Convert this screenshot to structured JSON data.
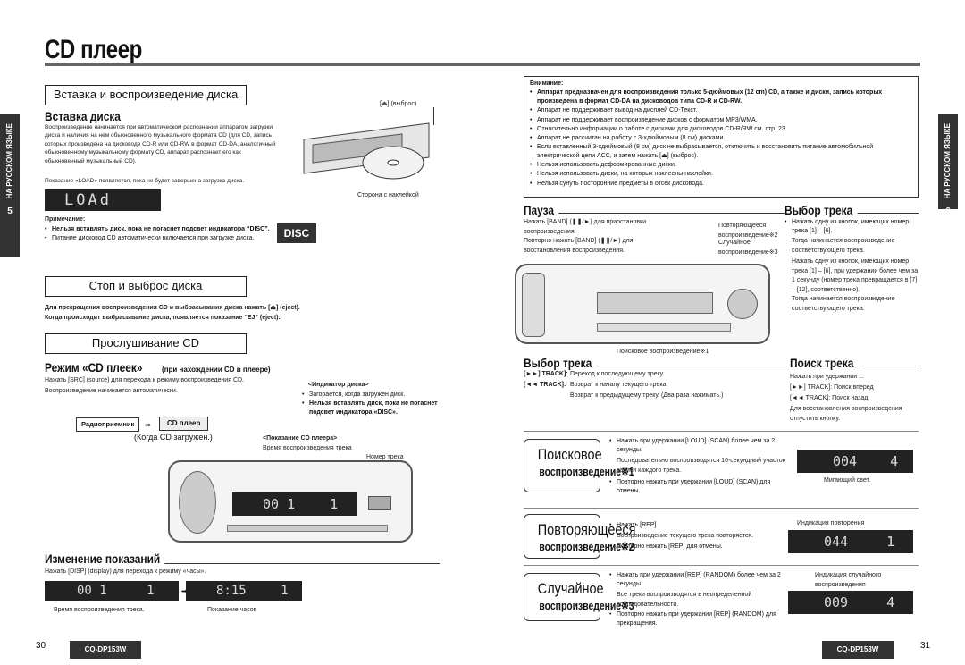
{
  "title": "CD плеер",
  "side_left": {
    "label": "НА РУССКОМ ЯЗЫКЕ",
    "page": "5"
  },
  "side_right": {
    "label": "НА РУССКОМ ЯЗЫКЕ",
    "page": "6"
  },
  "insert": {
    "box": "Вставка и воспроизведение диска",
    "heading": "Вставка диска",
    "text": "Воспроизведение начинается при автоматическом распознании аппаратом загрузки диска и наличия на нем обыкновенного музыкального формата CD (для CD, запись которых произведена на дисководе CD-R или CD-RW в формат CD-DA, аналогичный обыкновенному музыкальному формату CD, аппарат распознает его как обыкновенный музыкальный CD).",
    "text2": "Показание «LOAD» появляется, пока не будет завершена загрузка диска.",
    "eject_label": "[⏏] (выброс)",
    "label_side": "Сторона с наклейкой",
    "lcd": "LOAd",
    "note_title": "Примечание:",
    "note1": "Нельзя вставлять диск, пока не погаснет подсвет индикатора “DISC”.",
    "note2": "Питание дисковод CD автоматически включается при загрузке диска.",
    "disc": "DISC"
  },
  "stop": {
    "box": "Стоп и выброс диска",
    "line1": "Для прекращения воспроизведения CD и выбрасывания диска нажать [⏏] (eject).",
    "line2": "Когда происходит выбрасывание диска, появляется показание “EJ” (eject)."
  },
  "listen": {
    "box": "Прослушивание CD",
    "heading": "Режим «CD плеек»",
    "heading_small": "(при нахождении CD в плеере)",
    "p1": "Нажать [SRC] (source) для перехода к режиму воспроизведения CD.",
    "p2": "Воспроизведение начинается автоматически.",
    "radio": "Радиоприемник",
    "cd": "CD плеер",
    "loaded": "(Когда CD загружен.)",
    "ind_title": "<Индикатор диска>",
    "ind1": "Загорается, когда загружен диск.",
    "ind2": "Нельзя вставлять диск, пока не погаснет подсвет индикатора «DISC».",
    "disp_title": "<Показание CD плеера>",
    "disp1": "Время воспроизведения трека",
    "track_no": "Номер трека",
    "lcd_time": "00 1",
    "lcd_track": "1"
  },
  "change": {
    "heading": "Изменение показаний",
    "text": "Нажать [DISP] (display) для перехода к режиму «часы».",
    "lcd1": "00 1",
    "lcd1_track": "1",
    "lcd2": "8:15",
    "lcd2_track": "1",
    "cap1": "Время воспроизведения трека.",
    "cap2": "Показание часов"
  },
  "page_left": "30",
  "model_left": "CQ-DP153W",
  "page_right": "31",
  "model_right": "CQ-DP153W",
  "attention": {
    "title": "Внимание:",
    "items": [
      "Аппарат предназначен для воспроизведения только 5-дюймовых (12 cm) CD, а также и диски, запись которых произведена в формат CD-DA на дисководов типа CD-R и CD-RW.",
      "Аппарат не поддерживает вывод на дисплей CD-Текст.",
      "Аппарат не поддерживает воспроизведение дисков с форматом MP3/WMA.",
      "Относительно информации о работе с дисками для дисководов CD-R/RW см. стр. 23.",
      "Аппарат не рассчитан на работу с 3-хдюймовым (8 см) дисками.",
      "Если вставленный 3-хдюймовый (8 см) диск не выбрасывается, отключить и восстановить питание автомобильной электрической цепи ACC, и затем нажать [⏏] (выброс).",
      "Нельзя использовать деформированные диски.",
      "Нельзя использовать диски, на которых наклеены наклейки.",
      "Нельзя сунуть посторонние предметы в отсек дисковода."
    ]
  },
  "pause": {
    "heading": "Пауза",
    "l1": "Нажать [BAND] (❚❚/►) для приостановки воспроизведения.",
    "l2": "Повторно нажать [BAND] (❚❚/►) для восстановления воспроизведения.",
    "rep": "Повторяющееся воспроизведение※2",
    "rnd": "Случайное воспроизведение※3",
    "scan": "Поисковое воспроизведение※1"
  },
  "select_r": {
    "heading": "Выбор трека",
    "text": "Нажать одну из кнопок, имеющих номер трека [1] – [6].",
    "t2": "Тогда начинается воспроизведение соответствующего трека.",
    "t3": "Нажать одну из кнопок, имеющих номер трека [1] – [6], при удержании более чем за 1 секунду (номер трека превращается в [7] – [12], соответственно).",
    "t4": "Тогда начинается воспроизведение соответствующего трека."
  },
  "select": {
    "heading": "Выбор трека",
    "r1k": "[►►] TRACK]:",
    "r1v": "Переход к последующему треку.",
    "r2k": "[◄◄ TRACK]:",
    "r2v": "Возврат к началу текущего трека.",
    "r3v": "Возврат к предыдущему треку. (Два раза нажимать.)"
  },
  "search": {
    "heading": "Поиск трека",
    "l1": "Нажать при удержании ...",
    "l2": "[►►] TRACK]: Поиск вперед",
    "l3": "[◄◄ TRACK]: Поиск назад",
    "l4": "Для восстановления воспроизведения отпустить кнопку."
  },
  "scan": {
    "t1": "Поисковое",
    "t2": "воспроизведение※1",
    "b1": "Нажать при удержании [LOUD] (SCAN) более чем за 2 секунды.",
    "b1b": "Последовательно воспроизводятся 10-секундный участок записи каждого трека.",
    "b2": "Повторно нажать при удержании [LOUD] (SCAN) для отмены.",
    "lcd": "004",
    "lcd_t": "4",
    "cap": "Мигающий свет."
  },
  "repeat": {
    "t1": "Повторяющееся",
    "t2": "воспроизведение※2",
    "b1": "Нажать [REP].",
    "b1b": "Воспроизведение текущего трека повторяется.",
    "b2": "Повторно нажать [REP] для отмены.",
    "cap": "Индикация повторения",
    "lcd": "044",
    "lcd_t": "1"
  },
  "random": {
    "t1": "Случайное",
    "t2": "воспроизведение※3",
    "b1": "Нажать при удержании [REP] (RANDOM) более чем за 2 секунды.",
    "b1b": "Все треки воспроизводятся в неопределенной последовательности.",
    "b2": "Повторно нажать при удержании [REP] (RANDOM) для прекращения.",
    "cap": "Индикация случайного воспроизведения",
    "lcd": "009",
    "lcd_t": "4"
  }
}
